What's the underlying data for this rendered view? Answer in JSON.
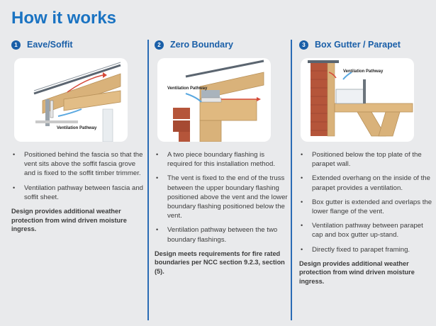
{
  "page": {
    "title": "How it works"
  },
  "columns": [
    {
      "number": "1",
      "title": "Eave/Soffit",
      "diagram_label": "Ventilation Pathway",
      "bullets": [
        "Positioned behind the fascia so that the vent sits above the soffit fascia grove and is fixed to the soffit timber trimmer.",
        "Ventilation pathway between fascia and soffit sheet."
      ],
      "note": "Design provides additional weather protection from wind driven moisture ingress."
    },
    {
      "number": "2",
      "title": "Zero Boundary",
      "diagram_label": "Ventilation Pathway",
      "bullets": [
        "A two piece boundary flashing is required for this installation method.",
        "The vent is fixed to the end of the truss between the upper boundary flashing positioned above the vent and the lower boundary flashing positioned below the vent.",
        "Ventilation pathway between the two boundary flashings."
      ],
      "note": "Design meets requirements for fire rated boundaries per NCC section 9.2.3, section (5)."
    },
    {
      "number": "3",
      "title": "Box Gutter / Parapet",
      "diagram_label": "Ventilation Pathway",
      "bullets": [
        "Positioned below the top plate of the parapet wall.",
        "Extended overhang on the inside of the parapet provides a ventilation.",
        "Box gutter is extended and overlaps the lower flange of the vent.",
        "Ventilation pathway between parapet cap and box gutter up-stand.",
        "Directly fixed to parapet framing."
      ],
      "note": "Design provides additional weather protection from wind driven moisture ingress."
    }
  ],
  "colors": {
    "accent": "#1a73c2",
    "number_badge": "#1a5fa8",
    "divider": "#2a6bb5",
    "timber": "#d9b27a",
    "brick": "#b5553a",
    "vent_arrow_in": "#5aa8e0",
    "vent_arrow_out": "#d64a3a"
  }
}
